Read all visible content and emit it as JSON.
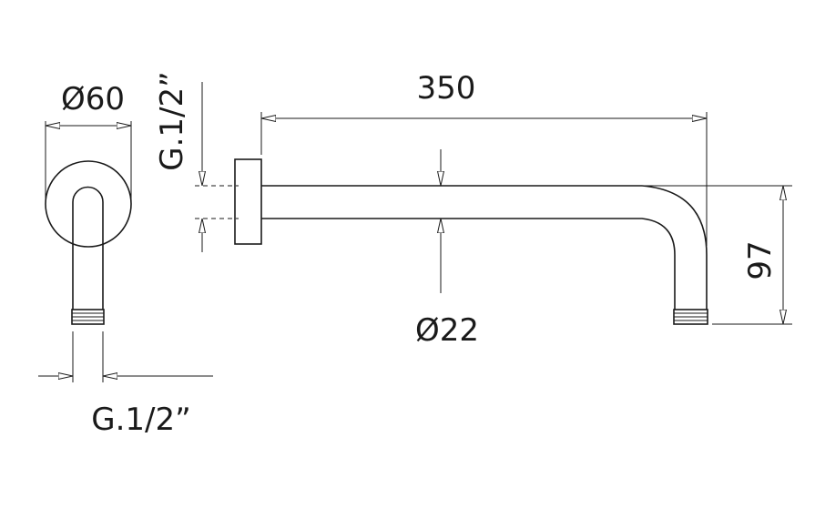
{
  "dimensions": {
    "side_diameter": "Ø60",
    "side_thread": "G.1/2”",
    "front_thread": "G.1/2”",
    "arm_length": "350",
    "arm_diameter": "Ø22",
    "drop_height": "97"
  }
}
